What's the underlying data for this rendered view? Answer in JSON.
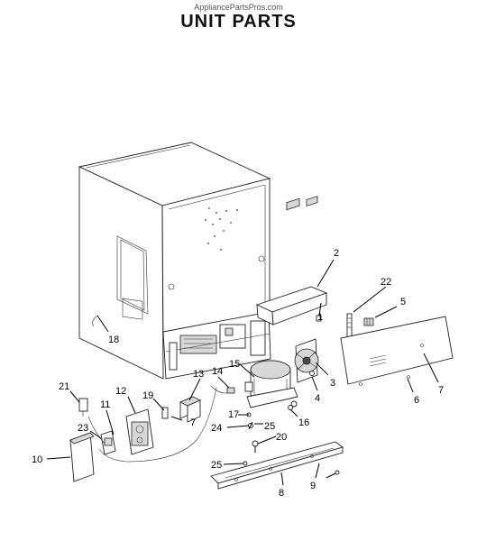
{
  "header": {
    "site": "AppliancePartsPros.com",
    "title": "UNIT PARTS"
  },
  "callouts": [
    {
      "id": "c1",
      "label": "1"
    },
    {
      "id": "c2",
      "label": "2"
    },
    {
      "id": "c3",
      "label": "3"
    },
    {
      "id": "c4",
      "label": "4"
    },
    {
      "id": "c5",
      "label": "5"
    },
    {
      "id": "c6",
      "label": "6"
    },
    {
      "id": "c7a",
      "label": "7"
    },
    {
      "id": "c7b",
      "label": "7"
    },
    {
      "id": "c8",
      "label": "8"
    },
    {
      "id": "c9",
      "label": "9"
    },
    {
      "id": "c10",
      "label": "10"
    },
    {
      "id": "c11",
      "label": "11"
    },
    {
      "id": "c12",
      "label": "12"
    },
    {
      "id": "c13",
      "label": "13"
    },
    {
      "id": "c14",
      "label": "14"
    },
    {
      "id": "c15",
      "label": "15"
    },
    {
      "id": "c16",
      "label": "16"
    },
    {
      "id": "c17",
      "label": "17"
    },
    {
      "id": "c18",
      "label": "18"
    },
    {
      "id": "c19",
      "label": "19"
    },
    {
      "id": "c20",
      "label": "20"
    },
    {
      "id": "c21",
      "label": "21"
    },
    {
      "id": "c22",
      "label": "22"
    },
    {
      "id": "c23",
      "label": "23"
    },
    {
      "id": "c24",
      "label": "24"
    },
    {
      "id": "c25a",
      "label": "25"
    },
    {
      "id": "c25b",
      "label": "25"
    }
  ]
}
